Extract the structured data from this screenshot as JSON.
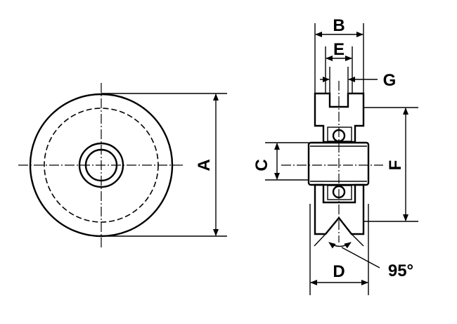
{
  "title": "Pulley wheel with bearing - dimension drawing",
  "dimensions": {
    "A": "A",
    "B": "B",
    "C": "C",
    "D": "D",
    "E": "E",
    "F": "F",
    "G": "G",
    "angle": "95°"
  }
}
